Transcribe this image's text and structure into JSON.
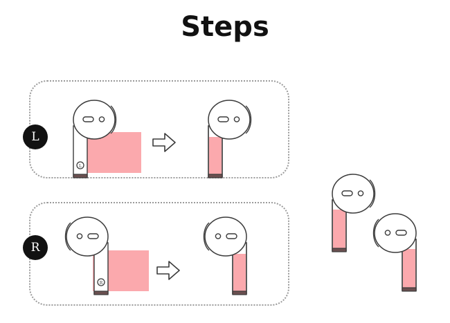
{
  "page": {
    "title": "Steps",
    "background_color": "#ffffff"
  },
  "colors": {
    "pink_fill": "#fba9ad",
    "outline": "#3a3a3a",
    "badge_background": "#111111",
    "badge_text": "#ffffff",
    "panel_border": "#9a9a9a",
    "stem_base": "#6b5050"
  },
  "steps": [
    {
      "id": "L",
      "badge_label": "L",
      "before": {
        "earbud_side": "left",
        "stem_filled": false,
        "has_stem_indicator": true,
        "indicator_label": "L"
      },
      "arrow": "arrow-right",
      "after": {
        "earbud_side": "left",
        "stem_filled": true,
        "has_stem_indicator": false
      },
      "highlight": "swipe-area"
    },
    {
      "id": "R",
      "badge_label": "R",
      "before": {
        "earbud_side": "right",
        "stem_filled": false,
        "has_stem_indicator": true,
        "indicator_label": "R"
      },
      "arrow": "arrow-right",
      "after": {
        "earbud_side": "right",
        "stem_filled": true,
        "has_stem_indicator": false
      },
      "highlight": "swipe-area"
    }
  ],
  "result_pair": [
    {
      "id": "result-left",
      "earbud_side": "left",
      "stem_filled": true
    },
    {
      "id": "result-right",
      "earbud_side": "right",
      "stem_filled": true
    }
  ]
}
